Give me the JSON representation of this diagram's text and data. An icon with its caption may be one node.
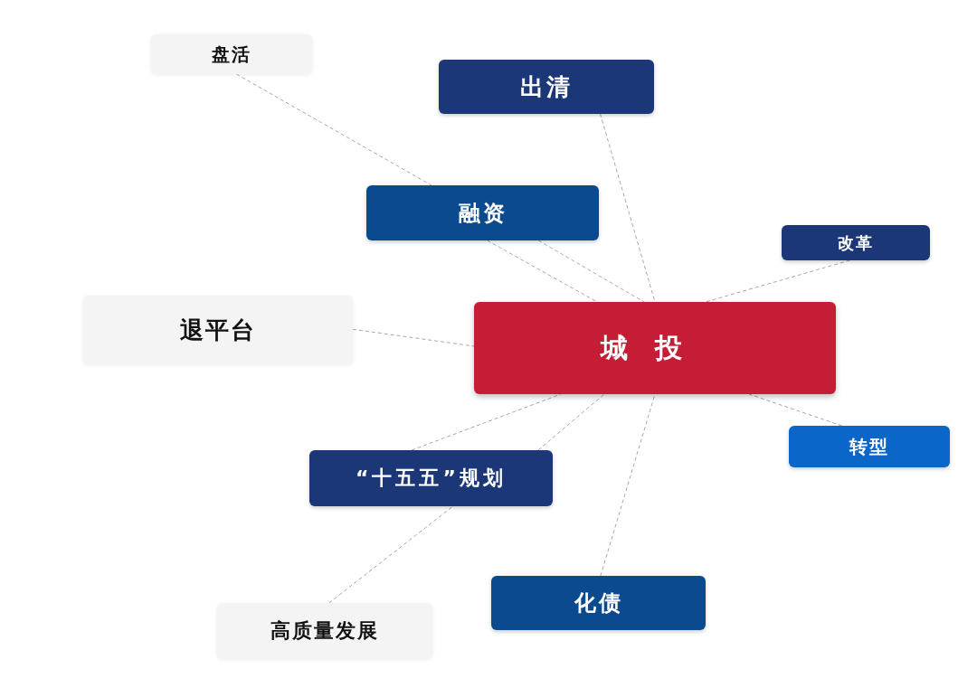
{
  "diagram": {
    "nodes": [
      {
        "text": [
          "盘活"
        ]
      },
      {
        "text": [
          "出清"
        ]
      },
      {
        "text": [
          "融资"
        ]
      },
      {
        "text": [
          "改革"
        ]
      },
      {
        "text": [
          "退平台"
        ]
      },
      {
        "text": [
          "城投"
        ]
      },
      {
        "text": [
          "转型"
        ]
      },
      {
        "text": [
          "“十五五”规划"
        ]
      },
      {
        "text": [
          "化债"
        ]
      },
      {
        "text": [
          "高质量发展"
        ]
      }
    ],
    "edges": [
      {
        "from": 0,
        "to": 2,
        "arrow": "none"
      },
      {
        "from": 1,
        "to": 5,
        "arrow": "none"
      },
      {
        "from": 2,
        "to": 5,
        "arrow": "none"
      },
      {
        "from": 2,
        "to": 5,
        "arrow": "none"
      },
      {
        "from": 3,
        "to": 5,
        "arrow": "none"
      },
      {
        "from": 4,
        "to": 5,
        "arrow": "none"
      },
      {
        "from": 6,
        "to": 5,
        "arrow": "none"
      },
      {
        "from": 7,
        "to": 5,
        "arrow": "none"
      },
      {
        "from": 7,
        "to": 5,
        "arrow": "none"
      },
      {
        "from": 8,
        "to": 5,
        "arrow": "none"
      },
      {
        "from": 9,
        "to": 7,
        "arrow": "none"
      }
    ]
  }
}
